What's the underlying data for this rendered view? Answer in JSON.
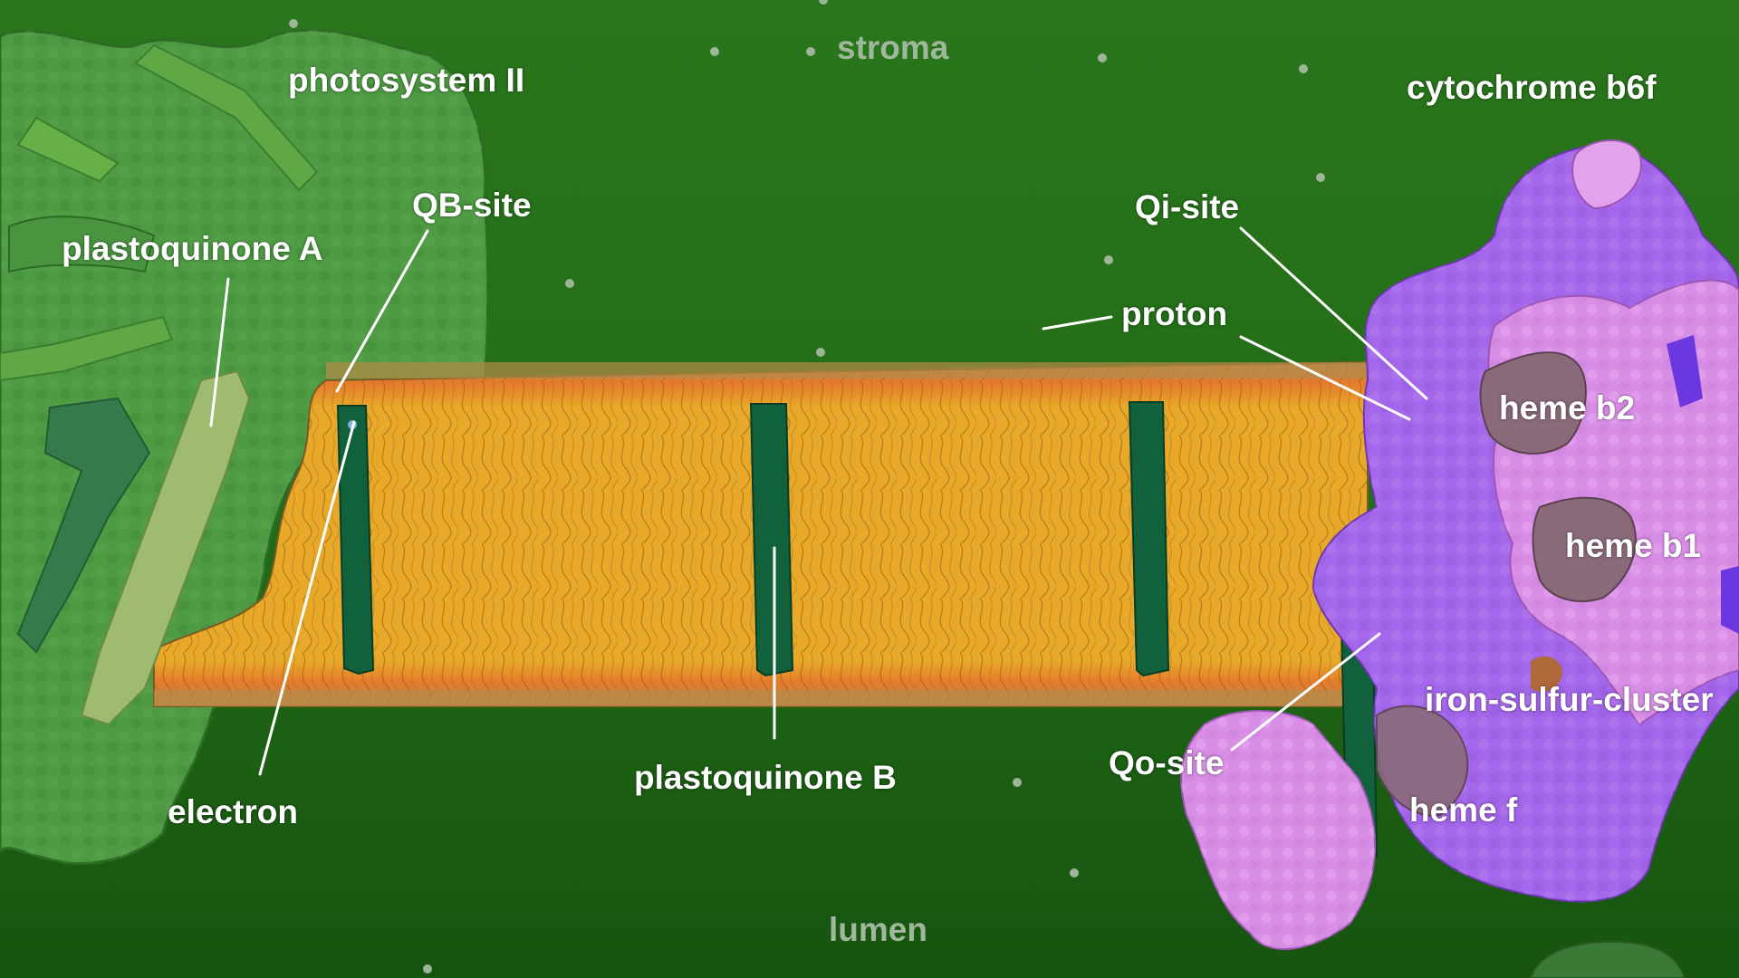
{
  "labels": {
    "stroma": "stroma",
    "lumen": "lumen",
    "photosystem_ii": "photosystem II",
    "qb_site": "QB-site",
    "plastoquinone_a": "plastoquinone A",
    "electron": "electron",
    "plastoquinone_b": "plastoquinone B",
    "proton": "proton",
    "qi_site": "Qi-site",
    "cytochrome_b6f": "cytochrome b6f",
    "heme_b2": "heme b2",
    "heme_b1": "heme b1",
    "iron_sulfur_cluster": "iron-sulfur-cluster",
    "qo_site": "Qo-site",
    "heme_f": "heme f"
  },
  "colors": {
    "stroma": "#236f18",
    "lumen": "#1a5a10",
    "psii_protein": "#4e9b42",
    "psii_light": "#67b048",
    "membrane_core": "#e6a726",
    "membrane_head": "#e36f26",
    "membrane_edge": "#b98536",
    "plastoquinone": "#10613c",
    "cytochrome_purple": "#a466ea",
    "cytochrome_pink": "#d98ee6",
    "heme": "#8a6a7a",
    "violet": "#6b38e0",
    "iron_sulfur": "#b0693a"
  }
}
